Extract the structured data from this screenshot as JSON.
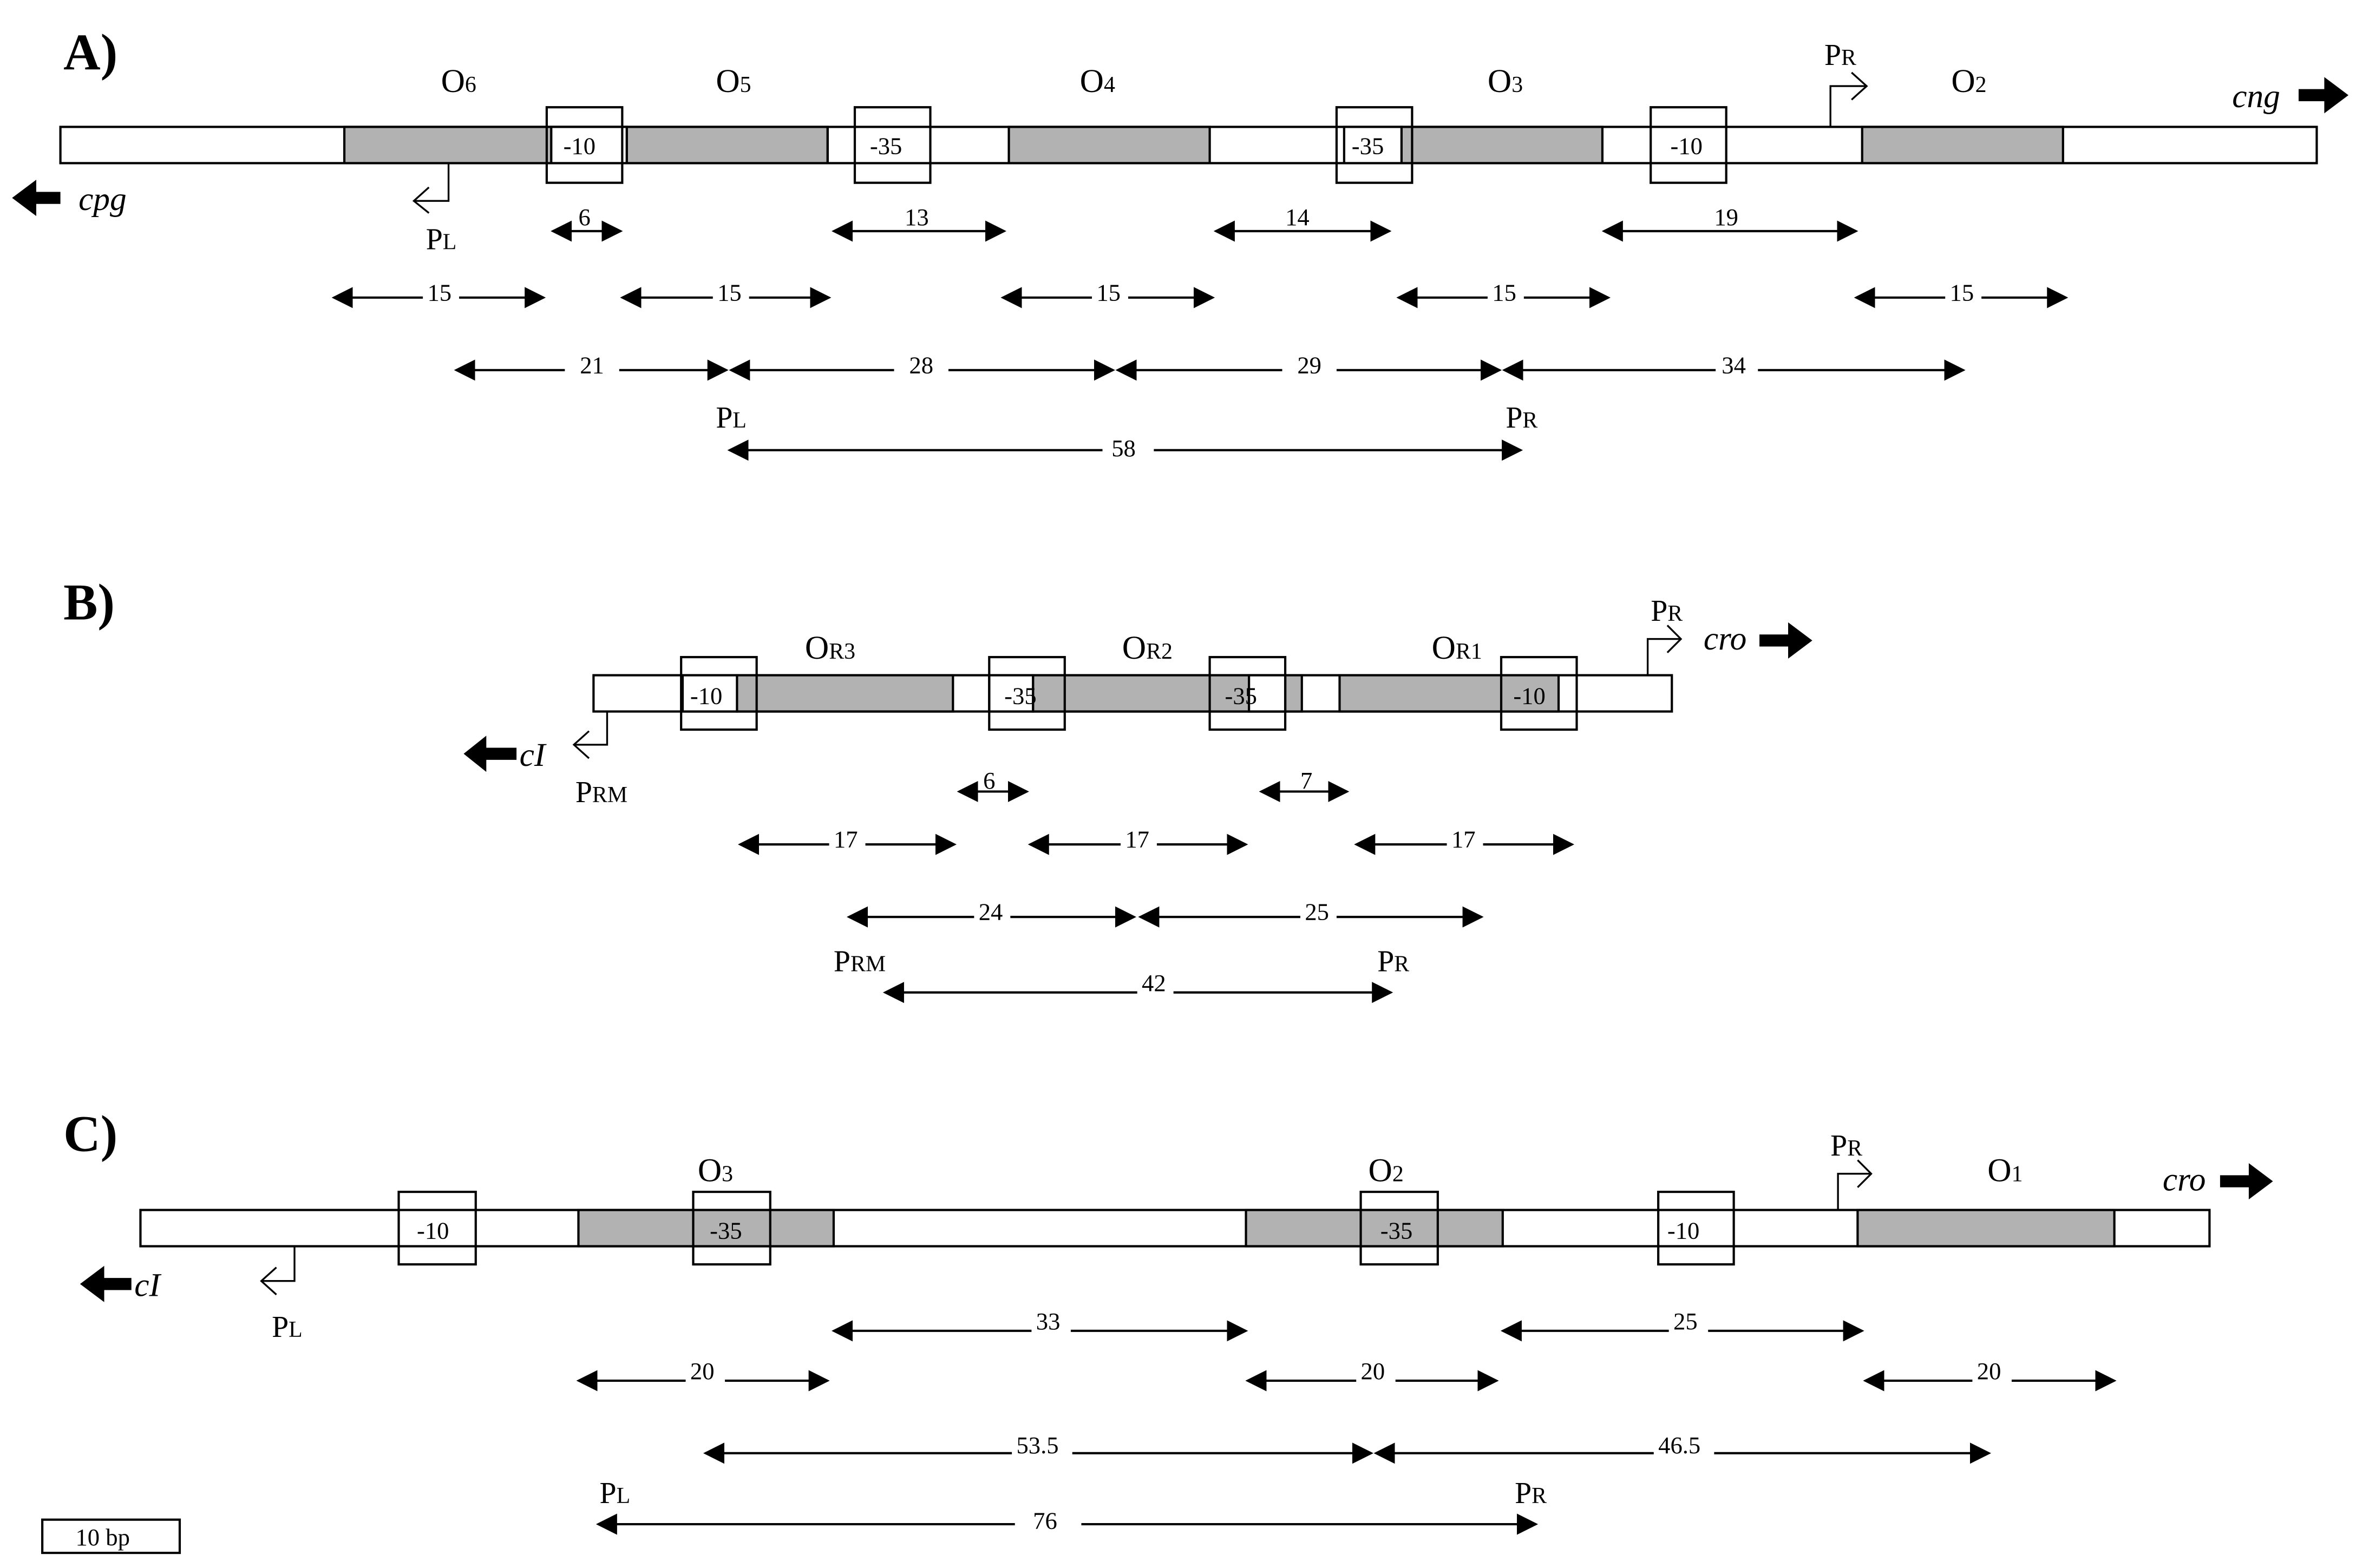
{
  "colors": {
    "operator_fill": "#b2b2b2",
    "line": "#000000",
    "background": "#ffffff"
  },
  "scale_bar": {
    "label": "10 bp"
  },
  "panels": [
    {
      "id": "A",
      "label": "A)",
      "left_gene": "cpg",
      "right_gene": "cng",
      "operators": [
        {
          "main": "O",
          "sub": "6"
        },
        {
          "main": "O",
          "sub": "5"
        },
        {
          "main": "O",
          "sub": "4"
        },
        {
          "main": "O",
          "sub": "3"
        },
        {
          "main": "O",
          "sub": "2"
        }
      ],
      "promoter_boxes": [
        "-10",
        "-35",
        "-35",
        "-10"
      ],
      "promoters": [
        {
          "main": "P",
          "sub": "L",
          "direction": "left"
        },
        {
          "main": "P",
          "sub": "R",
          "direction": "right"
        }
      ],
      "measurements_row1": [
        "6",
        "13",
        "14",
        "19"
      ],
      "measurements_row2": [
        "15",
        "15",
        "15",
        "15",
        "15"
      ],
      "measurements_row3": [
        "21",
        "28",
        "29",
        "34"
      ],
      "measurements_row4": [
        "58"
      ],
      "row4_labels": [
        {
          "main": "P",
          "sub": "L"
        },
        {
          "main": "P",
          "sub": "R"
        }
      ]
    },
    {
      "id": "B",
      "label": "B)",
      "left_gene": "cI",
      "right_gene": "cro",
      "operators": [
        {
          "main": "O",
          "sub": "R3"
        },
        {
          "main": "O",
          "sub": "R2"
        },
        {
          "main": "O",
          "sub": "R1"
        }
      ],
      "promoter_boxes": [
        "-10",
        "-3|5",
        "-3|5",
        "-10"
      ],
      "promoters": [
        {
          "main": "P",
          "sub": "RM",
          "direction": "left"
        },
        {
          "main": "P",
          "sub": "R",
          "direction": "right"
        }
      ],
      "measurements_row1": [
        "6",
        "7"
      ],
      "measurements_row2": [
        "17",
        "17",
        "17"
      ],
      "measurements_row3": [
        "24",
        "25"
      ],
      "measurements_row4": [
        "42"
      ],
      "row4_labels": [
        {
          "main": "P",
          "sub": "RM"
        },
        {
          "main": "P",
          "sub": "R"
        }
      ]
    },
    {
      "id": "C",
      "label": "C)",
      "left_gene": "cI",
      "right_gene": "cro",
      "operators": [
        {
          "main": "O",
          "sub": "3"
        },
        {
          "main": "O",
          "sub": "2"
        },
        {
          "main": "O",
          "sub": "1"
        }
      ],
      "promoter_boxes": [
        "-10",
        "-35",
        "-35",
        "-10"
      ],
      "promoters": [
        {
          "main": "P",
          "sub": "L",
          "direction": "left"
        },
        {
          "main": "P",
          "sub": "R",
          "direction": "right"
        }
      ],
      "measurements_row1": [
        "33",
        "25"
      ],
      "measurements_row2": [
        "20",
        "20",
        "20"
      ],
      "measurements_row3": [
        "53.5",
        "46.5"
      ],
      "measurements_row4": [
        "76"
      ],
      "row4_labels": [
        {
          "main": "P",
          "sub": "L"
        },
        {
          "main": "P",
          "sub": "R"
        }
      ]
    }
  ]
}
